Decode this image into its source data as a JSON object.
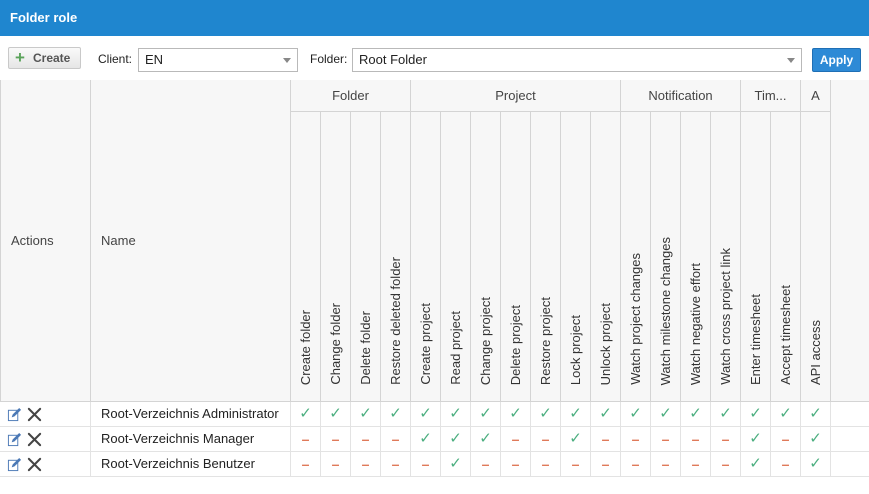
{
  "window": {
    "title": "Folder role"
  },
  "toolbar": {
    "create_label": "Create",
    "client_label": "Client:",
    "client_value": "EN",
    "folder_label": "Folder:",
    "folder_value": "Root Folder",
    "apply_label": "Apply"
  },
  "table": {
    "actions_header": "Actions",
    "name_header": "Name",
    "groups": [
      "Folder",
      "Project",
      "Notification",
      "Tim...",
      "A"
    ],
    "columns": [
      "Create folder",
      "Change folder",
      "Delete folder",
      "Restore deleted folder",
      "Create project",
      "Read project",
      "Change project",
      "Delete project",
      "Restore project",
      "Lock project",
      "Unlock project",
      "Watch project changes",
      "Watch milestone changes",
      "Watch negative effort",
      "Watch cross project link",
      "Enter timesheet",
      "Accept timesheet",
      "API access"
    ],
    "rows": [
      {
        "name": "Root-Verzeichnis Administrator",
        "perms": [
          true,
          true,
          true,
          true,
          true,
          true,
          true,
          true,
          true,
          true,
          true,
          true,
          true,
          true,
          true,
          true,
          true,
          true
        ]
      },
      {
        "name": "Root-Verzeichnis Manager",
        "perms": [
          false,
          false,
          false,
          false,
          true,
          true,
          true,
          false,
          false,
          true,
          false,
          false,
          false,
          false,
          false,
          true,
          false,
          true
        ]
      },
      {
        "name": "Root-Verzeichnis Benutzer",
        "perms": [
          false,
          false,
          false,
          false,
          false,
          true,
          false,
          false,
          false,
          false,
          false,
          false,
          false,
          false,
          false,
          true,
          false,
          true
        ]
      }
    ]
  },
  "symbols": {
    "granted": "✓",
    "denied": "–"
  },
  "colors": {
    "titlebar": "#1f86cf",
    "granted": "#4caf80",
    "denied": "#e07a5a",
    "apply": "#2d8ad6"
  },
  "icons": {
    "edit": "edit-icon",
    "delete": "delete-icon",
    "create": "plus-icon"
  }
}
